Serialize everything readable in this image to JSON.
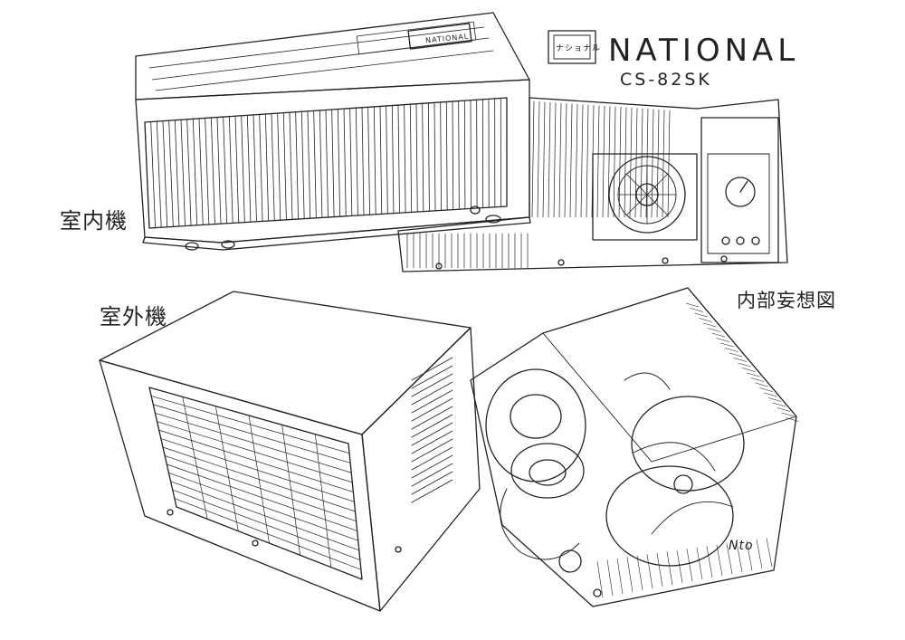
{
  "brand": {
    "name": "NATIONAL",
    "model": "CS-82SK",
    "badge_text": "ナショナル"
  },
  "labels": {
    "indoor_unit": "室内機",
    "outdoor_unit": "室外機",
    "internal_view": "内部妄想図"
  },
  "unit_nameplate": "NATIONAL",
  "signature": "Nto",
  "colors": {
    "ink": "#222222",
    "paper": "#ffffff"
  }
}
